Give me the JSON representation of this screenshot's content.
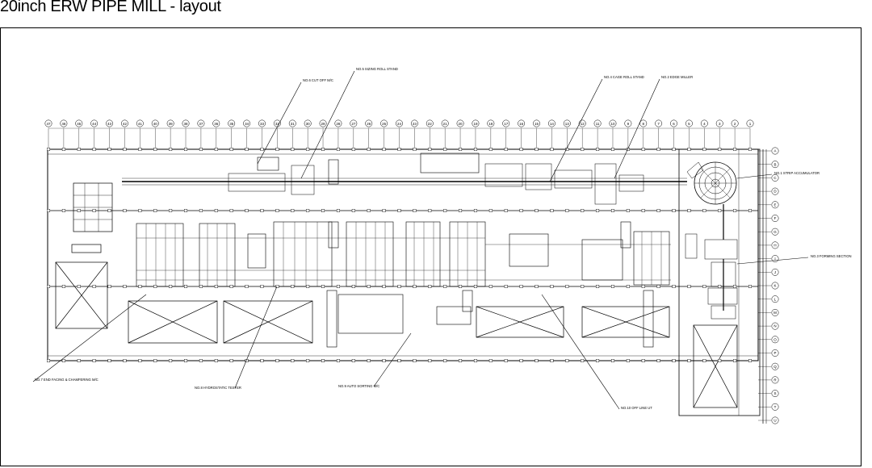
{
  "page": {
    "title": "20inch ERW PIPE MILL - layout"
  },
  "drawing": {
    "line_color": "#000000",
    "column_grid_top": [
      "47",
      "46",
      "45",
      "44",
      "43",
      "42",
      "41",
      "40",
      "39",
      "38",
      "37",
      "36",
      "35",
      "34",
      "33",
      "32",
      "31",
      "30",
      "29",
      "28",
      "27",
      "26",
      "25",
      "24",
      "23",
      "22",
      "21",
      "20",
      "19",
      "18",
      "17",
      "16",
      "15",
      "14",
      "13",
      "12",
      "11",
      "10",
      "9",
      "8",
      "7",
      "6",
      "5",
      "4",
      "3",
      "2",
      "1"
    ],
    "row_grid_right": [
      "A",
      "B",
      "C",
      "D",
      "E",
      "F",
      "G",
      "H",
      "I",
      "J",
      "K",
      "L",
      "M",
      "N",
      "O",
      "P",
      "Q",
      "R",
      "S",
      "T",
      "U"
    ],
    "callouts": [
      "NO.1 STRIP ACCUMULATOR",
      "NO.2 EDGE MILLER",
      "NO.3 FORMING SECTION",
      "NO.4 CAGE ROLL STAND",
      "NO.5 SIZING ROLL STAND",
      "NO.6 CUT OFF M/C",
      "NO.7 END FACING & CHAMFERING M/C",
      "NO.8 HYDROSTATIC TESTER",
      "NO.9 AUTO SORTING M/C",
      "NO.10 OFF LINE UT"
    ]
  }
}
